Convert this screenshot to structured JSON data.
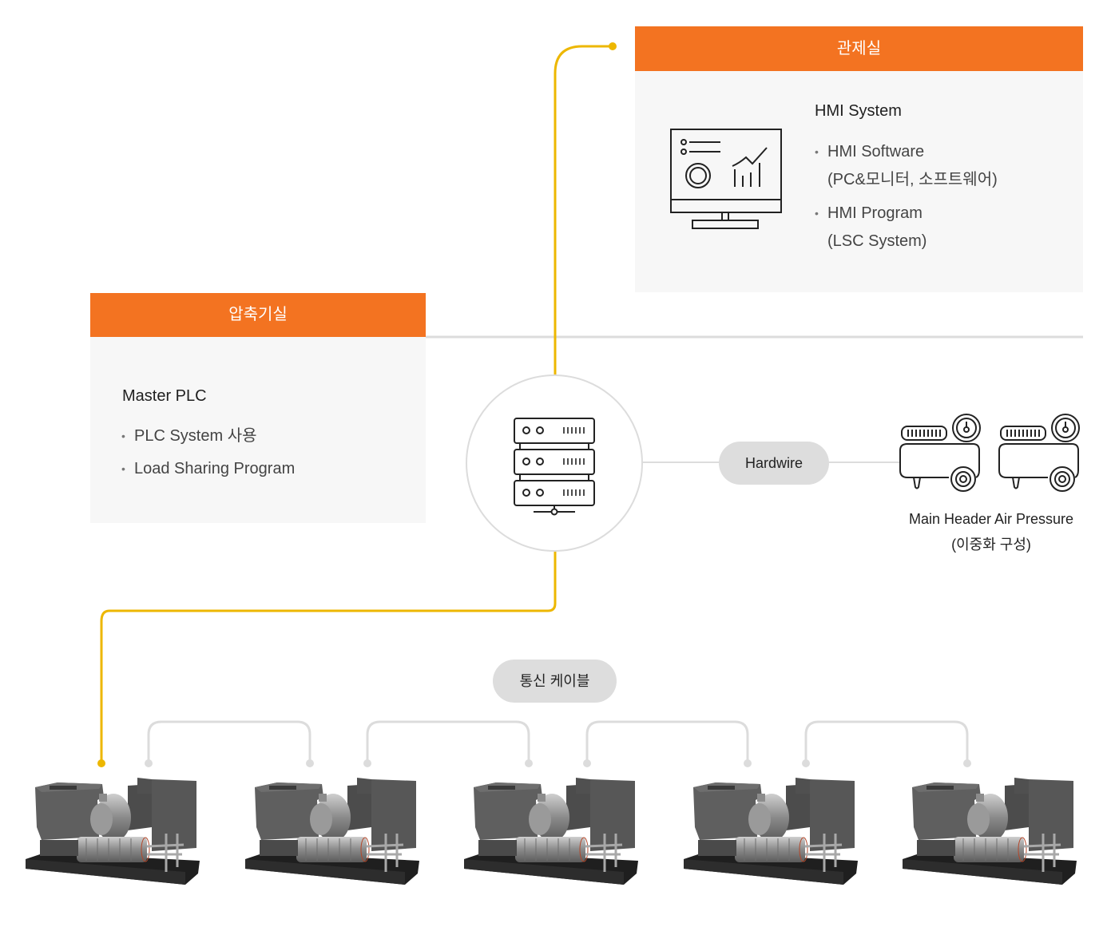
{
  "control_room": {
    "header": "관제실",
    "icon": "monitor-dashboard-icon",
    "title": "HMI System",
    "items": [
      {
        "label": "HMI Software",
        "detail": "(PC&모니터, 소프트웨어)"
      },
      {
        "label": "HMI Program",
        "detail": "(LSC System)"
      }
    ]
  },
  "compressor_room": {
    "header": "압축기실",
    "title": "Master PLC",
    "items": [
      {
        "label": "PLC System 사용"
      },
      {
        "label": "Load Sharing Program"
      }
    ]
  },
  "hub": {
    "icon": "server-rack-icon"
  },
  "hardwire": {
    "label": "Hardwire",
    "device_icon": "air-compressor-icon",
    "caption_line1": "Main Header Air Pressure",
    "caption_line2": "(이중화 구성)"
  },
  "cable": {
    "label": "통신 케이블"
  },
  "machines": {
    "count": 5,
    "icon": "centrifugal-compressor-unit"
  },
  "colors": {
    "accent_orange": "#f37321",
    "link_yellow": "#edb700",
    "line_gray": "#dcdcdc",
    "panel_bg": "#f7f7f7",
    "pill_bg": "#dddddd"
  }
}
